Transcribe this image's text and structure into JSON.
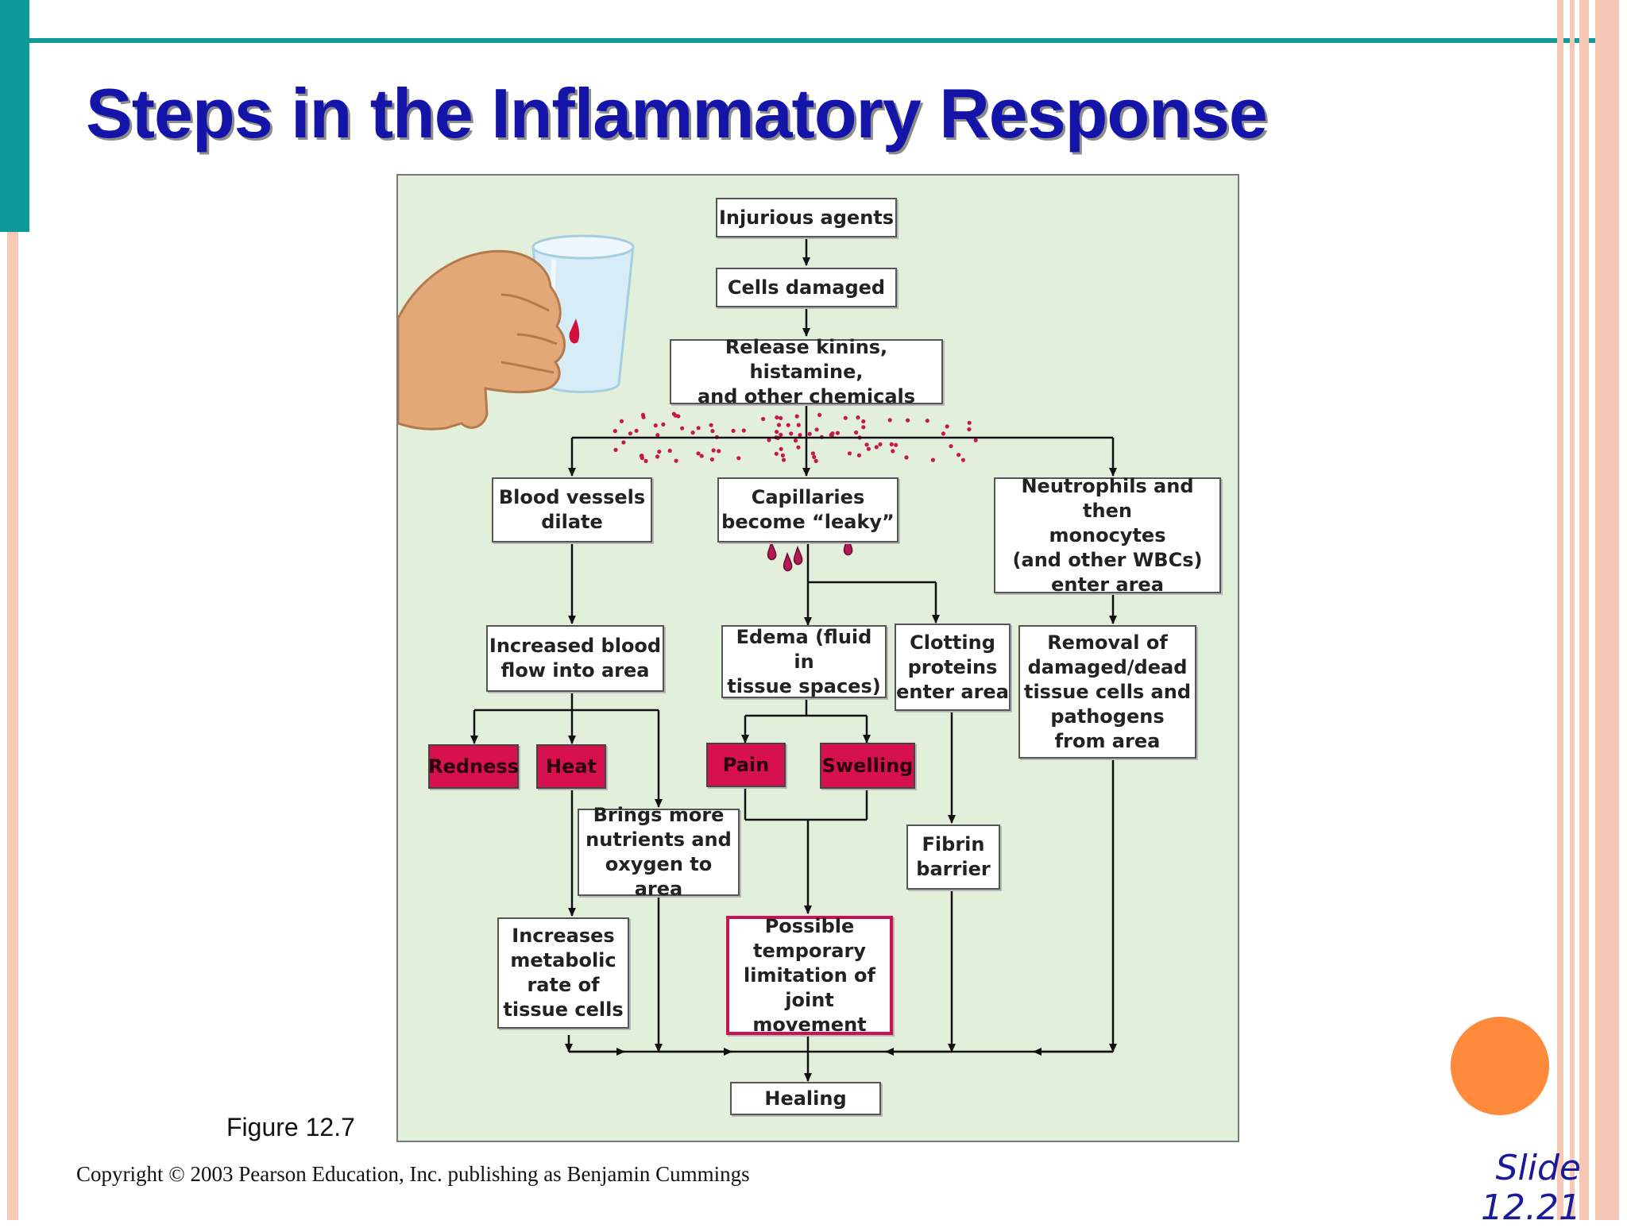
{
  "slide": {
    "title": "Steps in the Inflammatory Response",
    "figure_label": "Figure 12.7",
    "copyright": "Copyright © 2003 Pearson Education, Inc. publishing as Benjamin Cummings",
    "slide_number": "Slide\n12.21"
  },
  "diagram": {
    "nodes": {
      "injurious": "Injurious agents",
      "cells": "Cells damaged",
      "release": "Release kinins, histamine,\nand other chemicals",
      "dilate": "Blood vessels\ndilate",
      "leaky": "Capillaries\nbecome “leaky”",
      "neutro": "Neutrophils and then\nmonocytes\n(and other WBCs)\nenter area",
      "flow": "Increased blood\nflow into area",
      "edema": "Edema (fluid in\ntissue spaces)",
      "clotting": "Clotting\nproteins\nenter area",
      "removal": "Removal of\ndamaged/dead\ntissue cells and\npathogens\nfrom area",
      "redness": "Redness",
      "heat": "Heat",
      "pain": "Pain",
      "swelling": "Swelling",
      "nutrients": "Brings more\nnutrients and\noxygen to area",
      "fibrin": "Fibrin\nbarrier",
      "metabolic": "Increases\nmetabolic\nrate of\ntissue cells",
      "limitation": "Possible\ntemporary\nlimitation of\njoint movement",
      "healing": "Healing"
    },
    "colors": {
      "background": "#e2efda",
      "cardinal_sign": "#d7104e",
      "chemicals": "#c8174c"
    }
  }
}
